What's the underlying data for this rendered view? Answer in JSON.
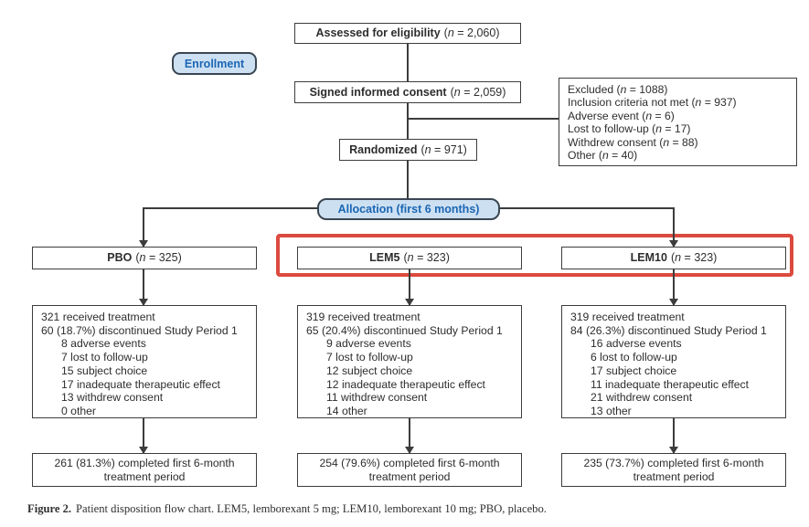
{
  "figure": {
    "badges": {
      "enrollment": "Enrollment",
      "allocation": "Allocation (first 6 months)"
    },
    "flow_boxes": {
      "assessed": {
        "label": "Assessed for eligibility",
        "n": "(n = 2,060)"
      },
      "consent": {
        "label": "Signed informed consent",
        "n": "(n = 2,059)"
      },
      "randomized": {
        "label": "Randomized",
        "n": "(n = 971)"
      }
    },
    "excluded": {
      "label": "Excluded",
      "n": "(n = 1088)",
      "reasons": [
        "Inclusion criteria not met (n = 937)",
        "Adverse event (n = 6)",
        "Lost to follow-up (n = 17)",
        "Withdrew consent (n = 88)",
        "Other (n = 40)"
      ]
    },
    "arms": [
      {
        "label": "PBO",
        "n": "(n = 325)",
        "received": "321 received treatment",
        "discontinued": "60 (18.7%) discontinued Study Period 1",
        "reasons": [
          "8 adverse events",
          "7 lost to follow-up",
          "15 subject choice",
          "17 inadequate therapeutic effect",
          "13 withdrew consent",
          "0 other"
        ],
        "completed": "261 (81.3%) completed first 6-month treatment period"
      },
      {
        "label": "LEM5",
        "n": "(n = 323)",
        "received": "319 received treatment",
        "discontinued": "65 (20.4%) discontinued Study Period 1",
        "reasons": [
          "9 adverse events",
          "7 lost to follow-up",
          "12 subject choice",
          "12 inadequate therapeutic effect",
          "11 withdrew consent",
          "14 other"
        ],
        "completed": "254 (79.6%) completed first 6-month treatment period"
      },
      {
        "label": "LEM10",
        "n": "(n = 323)",
        "received": "319 received treatment",
        "discontinued": "84 (26.3%) discontinued Study Period 1",
        "reasons": [
          "16 adverse events",
          "6 lost to follow-up",
          "17 subject choice",
          "11 inadequate therapeutic effect",
          "21 withdrew consent",
          "13 other"
        ],
        "completed": "235 (73.7%) completed first 6-month treatment period"
      }
    ],
    "caption": {
      "label": "Figure 2.",
      "text": "Patient disposition flow chart. LEM5, lemborexant 5 mg; LEM10, lemborexant 10 mg; PBO, placebo."
    },
    "colors": {
      "highlight": "#dc4a3e",
      "badge_fill": "#cde0f2",
      "badge_border": "#3a4653",
      "badge_text": "#1b66b3",
      "line": "#3c3c3c"
    }
  }
}
